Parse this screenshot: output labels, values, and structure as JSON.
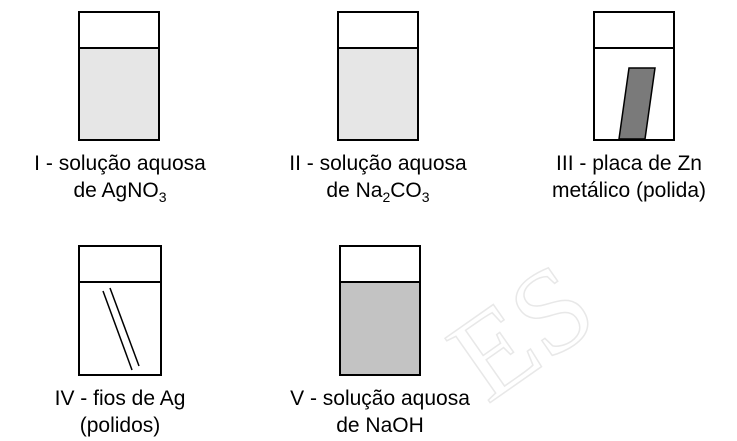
{
  "items": [
    {
      "numeral": "I",
      "line1": "solução aquosa",
      "line2_main": "de AgNO",
      "line2_sub": "3",
      "line2_tail": "",
      "content": "liquid",
      "liquid_color": "#e6e6e6"
    },
    {
      "numeral": "II",
      "line1": "solução aquosa",
      "line2_main": "de Na",
      "line2_sub": "2",
      "line2_tail": "CO",
      "line2_sub2": "3",
      "content": "liquid",
      "liquid_color": "#e6e6e6"
    },
    {
      "numeral": "III",
      "line1": "placa de Zn",
      "line2_main": "metálico (polida)",
      "content": "plate",
      "plate_color": "#7a7a7a"
    },
    {
      "numeral": "IV",
      "line1": "fios de Ag",
      "line2_main": "(polidos)",
      "content": "wires"
    },
    {
      "numeral": "V",
      "line1": "solução aquosa",
      "line2_main": "de NaOH",
      "content": "liquid",
      "liquid_color": "#c3c3c3"
    }
  ],
  "separator": " - ",
  "watermark": "ES",
  "watermark_color": "#ececec"
}
